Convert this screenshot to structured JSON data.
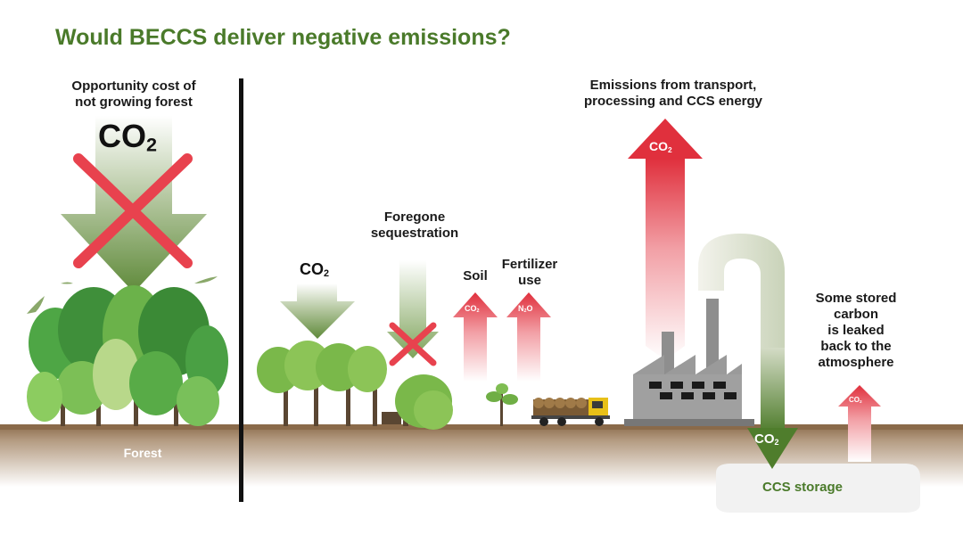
{
  "title": "Would BECCS deliver negative emissions?",
  "labels": {
    "opportunity_cost": "Opportunity cost of\nnot growing forest",
    "forest": "Forest",
    "foregone": "Foregone\nsequestration",
    "soil": "Soil",
    "fertilizer": "Fertilizer\nuse",
    "emissions": "Emissions from transport,\nprocessing and CCS energy",
    "leaked": "Some stored\ncarbon\nis leaked\nback to the\natmosphere",
    "ccs_storage": "CCS storage"
  },
  "chem": {
    "co2_main": "CO",
    "co2_sub": "2",
    "n2o_n": "N",
    "n2o_sub": "2",
    "n2o_o": "O"
  },
  "colors": {
    "title_green": "#4a7a2a",
    "arrow_green": "#5f8a3a",
    "arrow_red": "#e0303d",
    "cross_red": "#e8424e",
    "ground_brown": "#8a6a4a",
    "storage_grey": "#f2f2f2"
  }
}
